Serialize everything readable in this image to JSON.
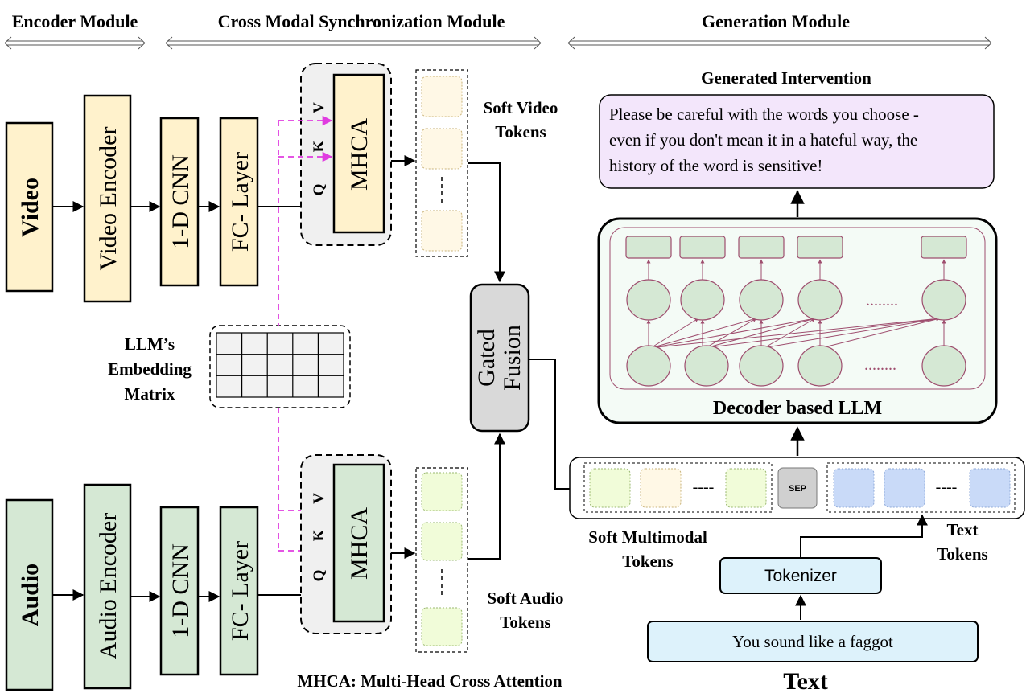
{
  "headers": {
    "encoder": "Encoder Module",
    "cross_modal": "Cross Modal Synchronization Module",
    "generation": "Generation Module"
  },
  "video_branch": {
    "input": "Video",
    "encoder": "Video Encoder",
    "cnn": "1-D CNN",
    "fc": "FC- Layer",
    "mhca": "MHCA",
    "q": "Q",
    "k": "K",
    "v": "V",
    "tokens_label_line1": "Soft Video",
    "tokens_label_line2": "Tokens"
  },
  "audio_branch": {
    "input": "Audio",
    "encoder": "Audio Encoder",
    "cnn": "1-D CNN",
    "fc": "FC- Layer",
    "mhca": "MHCA",
    "q": "Q",
    "k": "K",
    "v": "V",
    "tokens_label_line1": "Soft Audio",
    "tokens_label_line2": "Tokens"
  },
  "embedding": {
    "line1": "LLM’s",
    "line2": "Embedding",
    "line3": "Matrix"
  },
  "fusion": {
    "line1": "Gated",
    "line2": "Fusion"
  },
  "mhca_legend": "MHCA: Multi-Head Cross Attention",
  "generated": {
    "title": "Generated Intervention",
    "line1": "Please be careful with the words you choose -",
    "line2": "even if you don't mean it in a hateful way, the",
    "line3": "history of the word is sensitive!"
  },
  "llm": {
    "label": "Decoder based LLM",
    "dots": "........"
  },
  "sequence": {
    "dashes": "----",
    "sep": "SEP",
    "multimodal_line1": "Soft Multimodal",
    "multimodal_line2": "Tokens",
    "text_tokens_line1": "Text",
    "text_tokens_line2": "Tokens"
  },
  "tokenizer": "Tokenizer",
  "text_input": "You sound like a faggot",
  "text_title": "Text",
  "colors": {
    "video_fill": "#fff2cc",
    "audio_fill": "#d5e8d4",
    "soft_video_token": "#fff8e6",
    "soft_audio_token": "#f1fcd9",
    "text_token": "#c9daf8",
    "fusion_fill": "#d9d9d9",
    "mhca_bg": "#f0f0f0",
    "generated_fill": "#f3e6fb",
    "llm_fill": "#f4fbf6",
    "node_fill": "#d5e8d4",
    "node_stroke": "#9e4d6e",
    "tokenizer_fill": "#ddf2fb",
    "embed_line": "#e03ce0"
  }
}
